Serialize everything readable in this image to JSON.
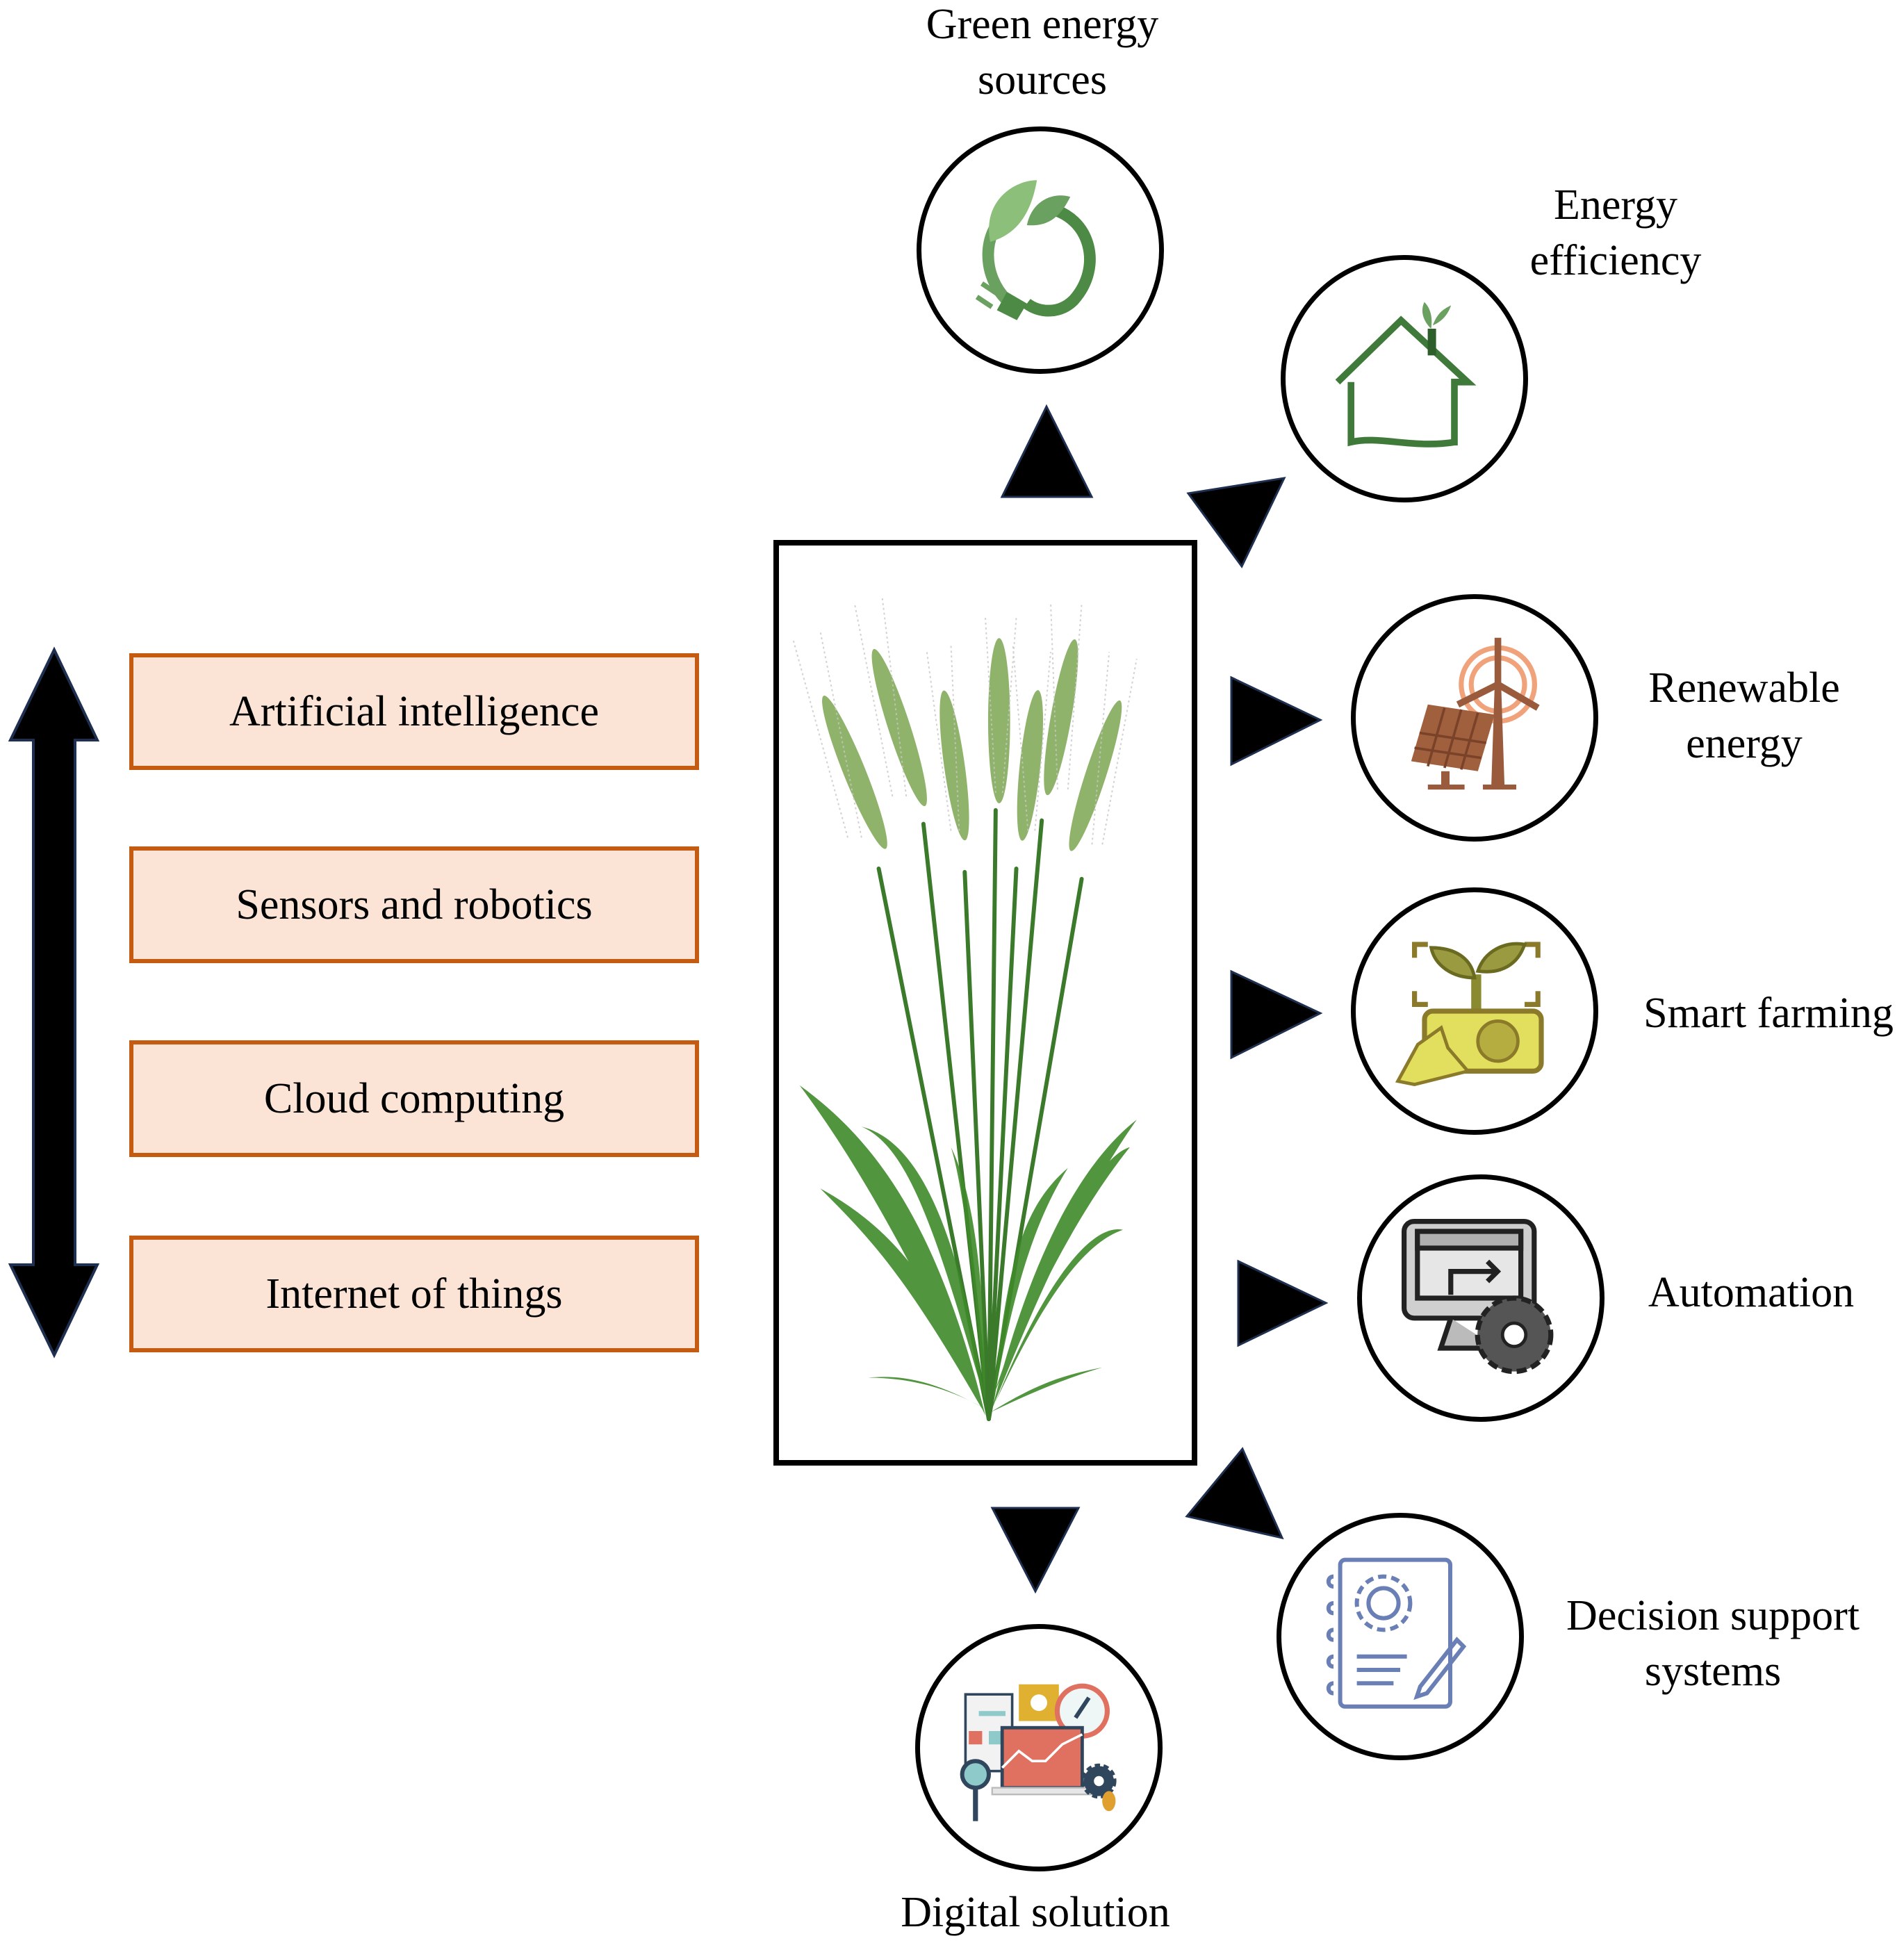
{
  "left_panel": {
    "arrow": "double-headed-vertical-arrow",
    "technologies": [
      {
        "label": "Artificial intelligence"
      },
      {
        "label": "Sensors and robotics"
      },
      {
        "label": "Cloud computing"
      },
      {
        "label": "Internet of things"
      }
    ],
    "box_fill": "#fbe4d6",
    "box_border": "#c55a11"
  },
  "center": {
    "image": "wheat-plant-illustration"
  },
  "outputs": [
    {
      "label_lines": [
        "Green energy",
        "sources"
      ],
      "icon": "leaf-plug-icon"
    },
    {
      "label_lines": [
        "Energy",
        "efficiency"
      ],
      "icon": "eco-house-icon"
    },
    {
      "label_lines": [
        "Renewable",
        "energy"
      ],
      "icon": "solar-wind-icon"
    },
    {
      "label_lines": [
        "Smart farming"
      ],
      "icon": "smart-farming-tablet-icon"
    },
    {
      "label_lines": [
        "Automation"
      ],
      "icon": "computer-gear-icon"
    },
    {
      "label_lines": [
        "Decision support",
        "systems"
      ],
      "icon": "notebook-gear-icon"
    },
    {
      "label_lines": [
        "Digital solution"
      ],
      "icon": "digital-dashboard-icon"
    }
  ],
  "colors": {
    "green_dark": "#3a7a2a",
    "green_light": "#8fb36a",
    "brown": "#9a5a3c",
    "peach": "#f0a37a",
    "olive_yellow": "#d9d25a",
    "gray": "#555555",
    "blue_line": "#6a7fb5",
    "coral": "#e07060"
  }
}
